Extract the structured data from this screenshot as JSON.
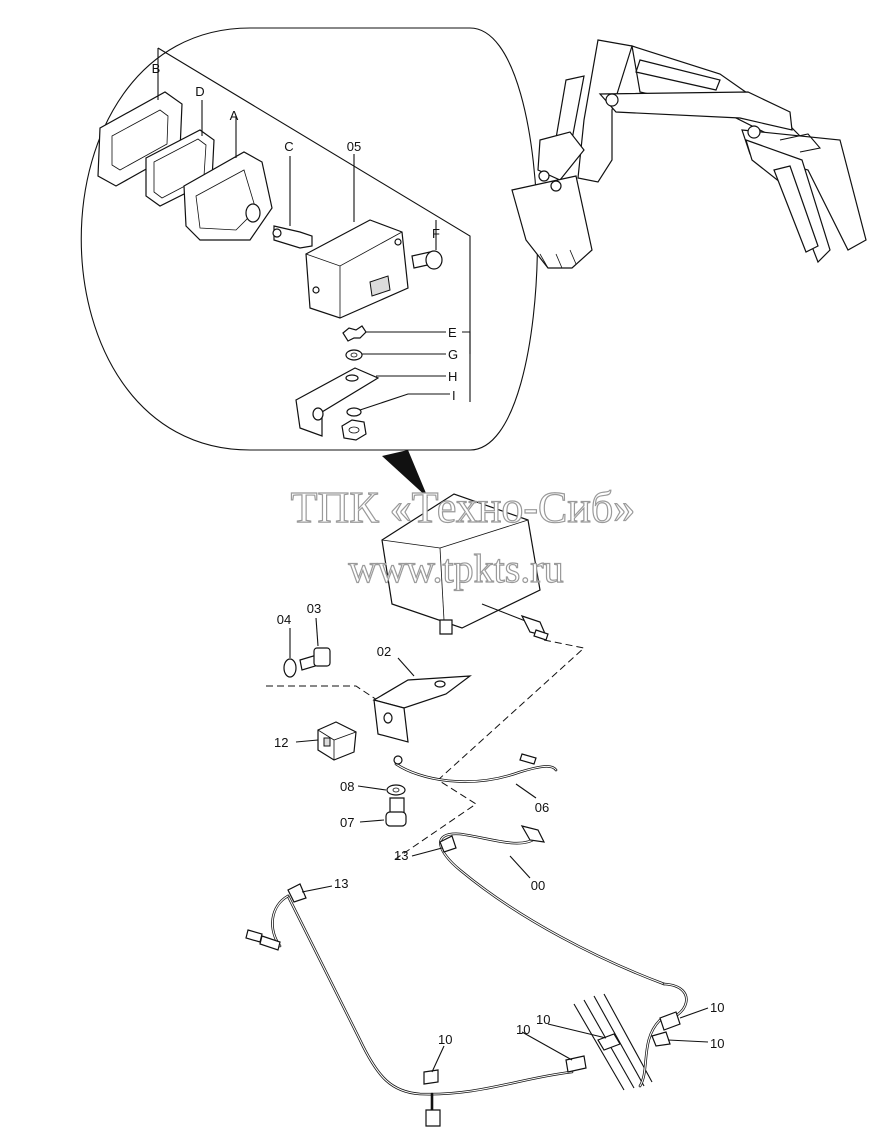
{
  "watermark": {
    "line1": "ТПК «Техно-Сиб»",
    "line2": "www.tpkts.ru"
  },
  "callouts": {
    "detail": [
      {
        "id": "B",
        "text": "B"
      },
      {
        "id": "D",
        "text": "D"
      },
      {
        "id": "A",
        "text": "A"
      },
      {
        "id": "C",
        "text": "C"
      },
      {
        "id": "05",
        "text": "05"
      },
      {
        "id": "F",
        "text": "F"
      },
      {
        "id": "E",
        "text": "E"
      },
      {
        "id": "G",
        "text": "G"
      },
      {
        "id": "H",
        "text": "H"
      },
      {
        "id": "I",
        "text": "I"
      }
    ],
    "main": [
      {
        "id": "04",
        "text": "04"
      },
      {
        "id": "03",
        "text": "03"
      },
      {
        "id": "02",
        "text": "02"
      },
      {
        "id": "12",
        "text": "12"
      },
      {
        "id": "08",
        "text": "08"
      },
      {
        "id": "07",
        "text": "07"
      },
      {
        "id": "06",
        "text": "06"
      },
      {
        "id": "13a",
        "text": "13"
      },
      {
        "id": "00",
        "text": "00"
      },
      {
        "id": "13b",
        "text": "13"
      },
      {
        "id": "10a",
        "text": "10"
      },
      {
        "id": "10b",
        "text": "10"
      },
      {
        "id": "10c",
        "text": "10"
      },
      {
        "id": "10d",
        "text": "10"
      },
      {
        "id": "10e",
        "text": "10"
      }
    ]
  }
}
